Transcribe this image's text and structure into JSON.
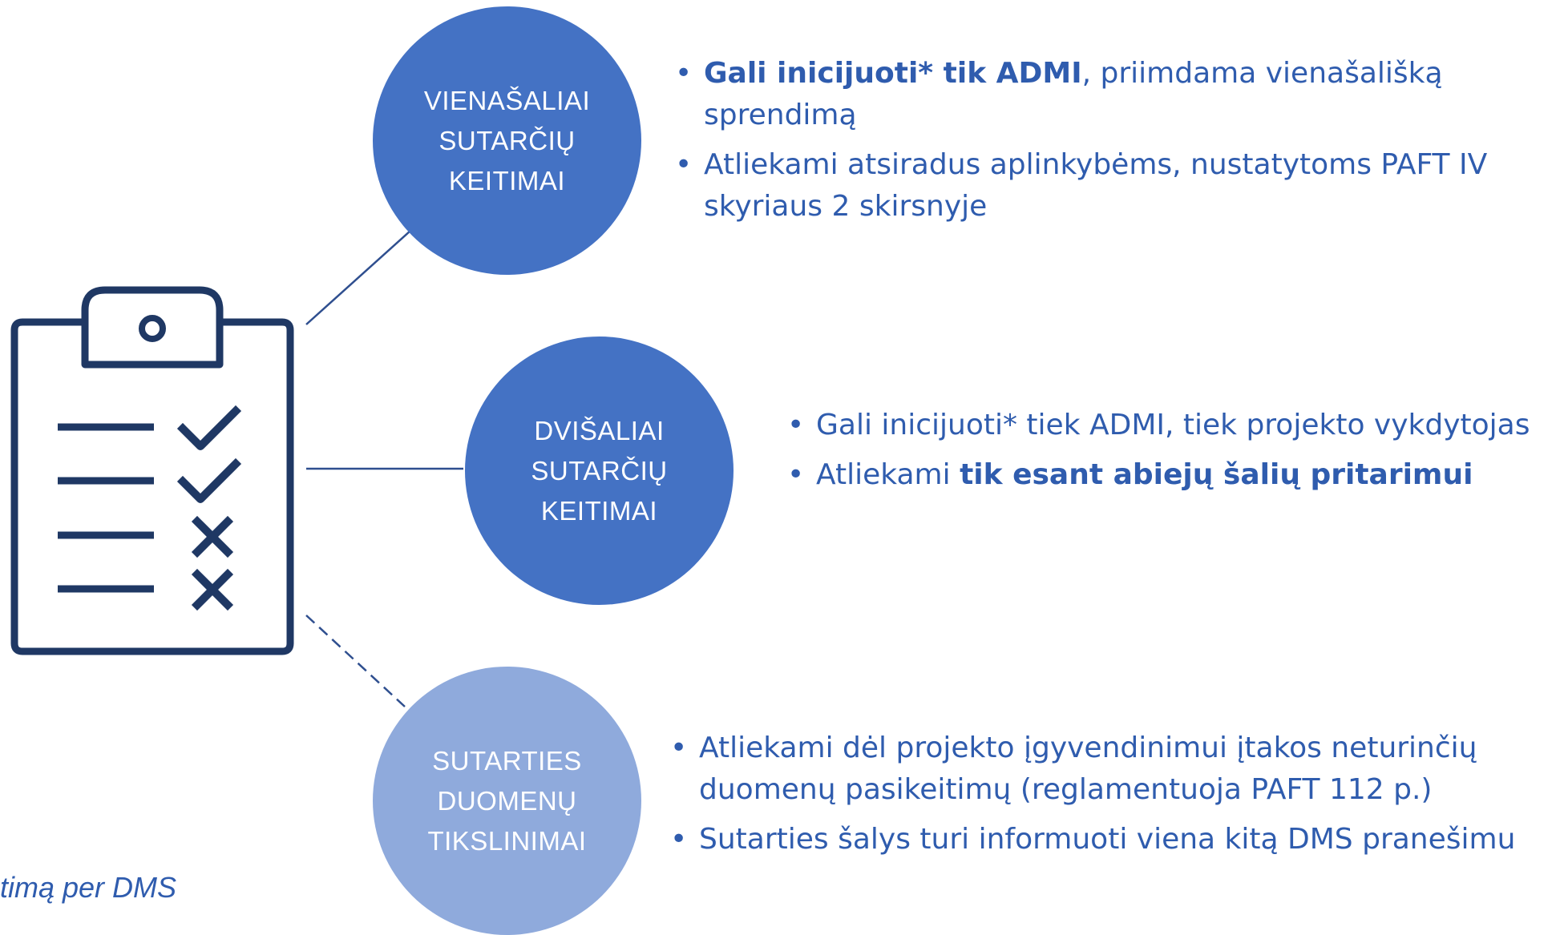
{
  "circles": [
    {
      "lines": [
        "VIENAŠALIAI",
        "SUTARČIŲ",
        "KEITIMAI"
      ],
      "color": "#4472c4"
    },
    {
      "lines": [
        "DVIŠALIAI",
        "SUTARČIŲ",
        "KEITIMAI"
      ],
      "color": "#4472c4"
    },
    {
      "lines": [
        "SUTARTIES",
        "DUOMENŲ",
        "TIKSLINIMAI"
      ],
      "color": "#8faadc"
    }
  ],
  "bullets_1": {
    "item1_bold": "Gali inicijuoti* tik ADMI",
    "item1_rest": ", priimdama vienašališką sprendimą",
    "item2": "Atliekami atsiradus aplinkybėms, nustatytoms PAFT IV skyriaus 2 skirsnyje"
  },
  "bullets_2": {
    "item1": "Gali inicijuoti* tiek ADMI, tiek projekto vykdytojas",
    "item2_lead": "Atliekami ",
    "item2_bold": "tik esant abiejų šalių pritarimui"
  },
  "bullets_3": {
    "item1": "Atliekami dėl projekto įgyvendinimui įtakos neturinčių duomenų pasikeitimų (reglamentuoja PAFT 112 p.)",
    "item2": "Sutarties šalys turi informuoti viena kitą DMS pranešimu"
  },
  "footnote": "timą per DMS",
  "icons": {
    "clipboard": "clipboard-checklist-icon",
    "check": "checkmark-icon",
    "cross": "x-mark-icon"
  },
  "colors": {
    "icon_navy": "#1f3864",
    "text_blue": "#2f5cae",
    "circle_dark": "#4472c4",
    "circle_light": "#8faadc"
  }
}
